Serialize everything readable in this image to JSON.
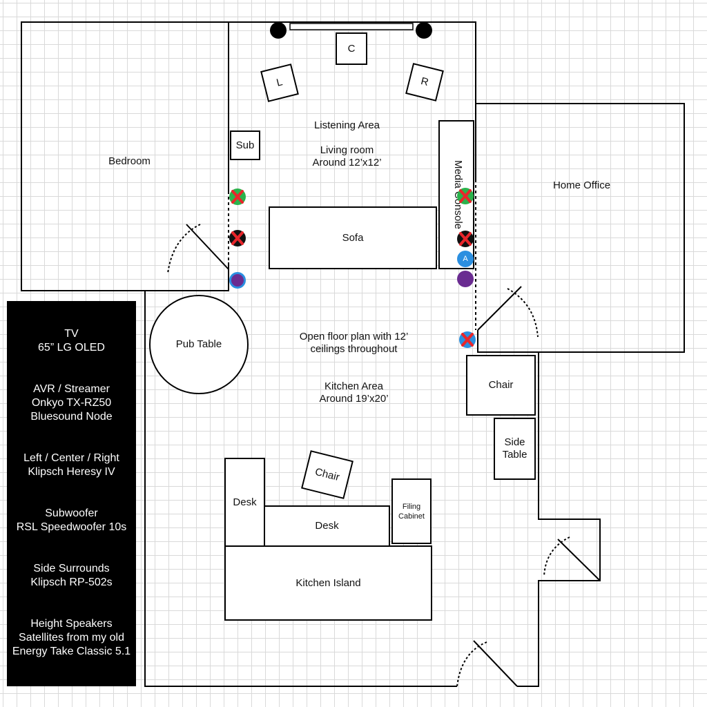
{
  "rooms": {
    "bedroom": "Bedroom",
    "home_office": "Home Office",
    "listening_area": "Listening Area",
    "living_room": "Living room",
    "living_size": "Around 12’x12’",
    "floor_plan_line1": "Open floor plan with 12’",
    "floor_plan_line2": "ceilings throughout",
    "kitchen_area": "Kitchen Area",
    "kitchen_size": "Around 19’x20’"
  },
  "furniture": {
    "center_speaker": "C",
    "left_speaker": "L",
    "right_speaker": "R",
    "sub": "Sub",
    "media_console": "Media Console",
    "sofa": "Sofa",
    "pub_table": "Pub Table",
    "chair": "Chair",
    "side_table_line1": "Side",
    "side_table_line2": "Table",
    "chair_angled": "Chair",
    "desk_vertical": "Desk",
    "desk_horizontal": "Desk",
    "filing_line1": "Filing",
    "filing_line2": "Cabinet",
    "kitchen_island": "Kitchen Island"
  },
  "markers": {
    "a_label": "A"
  },
  "legend": [
    {
      "lines": [
        "TV",
        "65” LG OLED"
      ]
    },
    {
      "lines": [
        "AVR / Streamer",
        "Onkyo TX-RZ50",
        "Bluesound Node"
      ]
    },
    {
      "lines": [
        "Left / Center / Right",
        "Klipsch Heresy IV"
      ]
    },
    {
      "lines": [
        "Subwoofer",
        "RSL Speedwoofer 10s"
      ]
    },
    {
      "lines": [
        "Side Surrounds",
        "Klipsch RP-502s"
      ]
    },
    {
      "lines": [
        "Height Speakers",
        "Satellites from my old",
        "Energy Take Classic 5.1"
      ]
    }
  ],
  "colors": {
    "marker_green": "#2bb24c",
    "marker_black": "#111111",
    "marker_blue": "#2b8fe0",
    "marker_purple": "#6a2c91",
    "x_red": "#e8262b"
  }
}
